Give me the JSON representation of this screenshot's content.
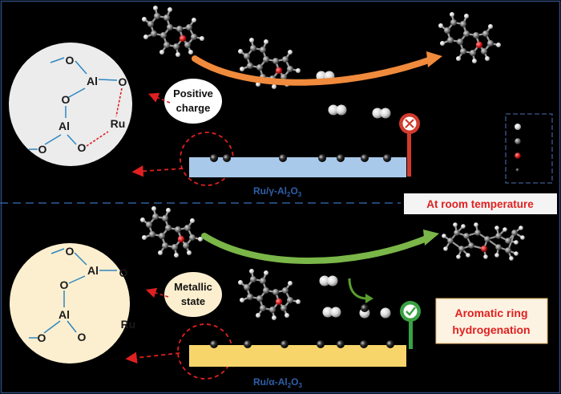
{
  "top_panel": {
    "catalyst_label_prefix": "Ru/γ-Al",
    "catalyst_sub1": "2",
    "catalyst_mid": "O",
    "catalyst_sub2": "3",
    "bubble_line1": "Positive",
    "bubble_line2": "charge",
    "atoms": {
      "o_top": "O",
      "al_1": "Al",
      "o_right": "O",
      "o_mid": "O",
      "al_2": "Al",
      "ru": "Ru",
      "o_bottom_left": "O",
      "o_bottom": "O"
    },
    "condition_label": "At room temperature",
    "status_icon": "cross-icon"
  },
  "bottom_panel": {
    "catalyst_label_prefix": "Ru/α-Al",
    "catalyst_sub1": "2",
    "catalyst_mid": "O",
    "catalyst_sub2": "3",
    "bubble_line1": "Metallic",
    "bubble_line2": "state",
    "atoms": {
      "o_top": "O",
      "al_1": "Al",
      "o_right": "O",
      "o_mid": "O",
      "al_2": "Al",
      "ru": "Ru",
      "o_bottom_left": "O",
      "o_bottom": "O"
    },
    "result_line1": "Aromatic ring",
    "result_line2": "hydrogenation",
    "status_icon": "check-icon"
  },
  "colors": {
    "background": "#000000",
    "frame": "#2f4a7a",
    "red": "#e02020",
    "orange_arrow": "#f08a3c",
    "green_arrow": "#7ab648",
    "support_top": "#a9c9ea",
    "support_bottom": "#f7d56a",
    "circle_top": "#ececec",
    "circle_bottom": "#fcefcf",
    "bond": "#2e86c1"
  }
}
